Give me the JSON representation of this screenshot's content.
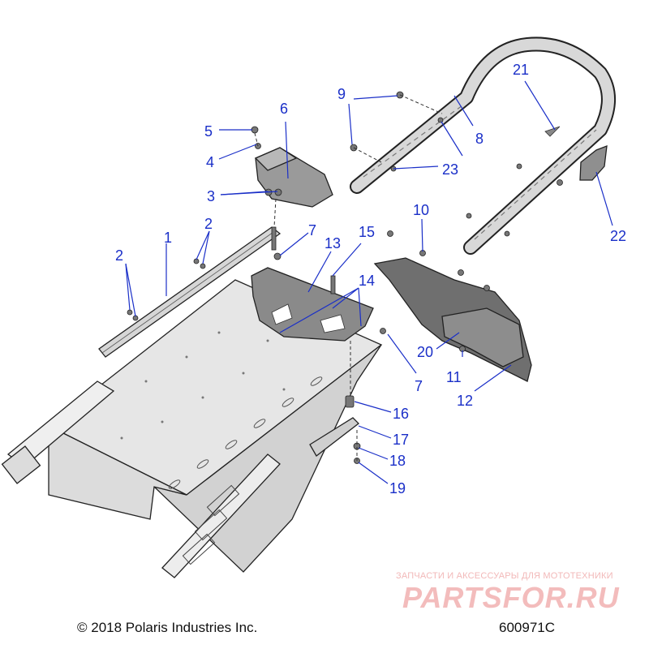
{
  "callouts": [
    "1",
    "2",
    "2",
    "3",
    "4",
    "5",
    "6",
    "7",
    "7",
    "8",
    "9",
    "10",
    "11",
    "12",
    "13",
    "14",
    "15",
    "16",
    "17",
    "18",
    "19",
    "20",
    "21",
    "22",
    "23"
  ],
  "footer": {
    "copyright": "© 2018 Polaris Industries Inc.",
    "drawing_id": "600971C"
  },
  "watermark": {
    "caption": "ЗАПЧАСТИ И АКСЕССУАРЫ ДЛЯ МОТОТЕХНИКИ",
    "logo": "PARTSFOR.RU"
  },
  "colors": {
    "callout": "#1a2fc8",
    "part_fill": "#c9c9c9",
    "part_dark": "#6f6f6f",
    "watermark": "#f3bcbc"
  }
}
